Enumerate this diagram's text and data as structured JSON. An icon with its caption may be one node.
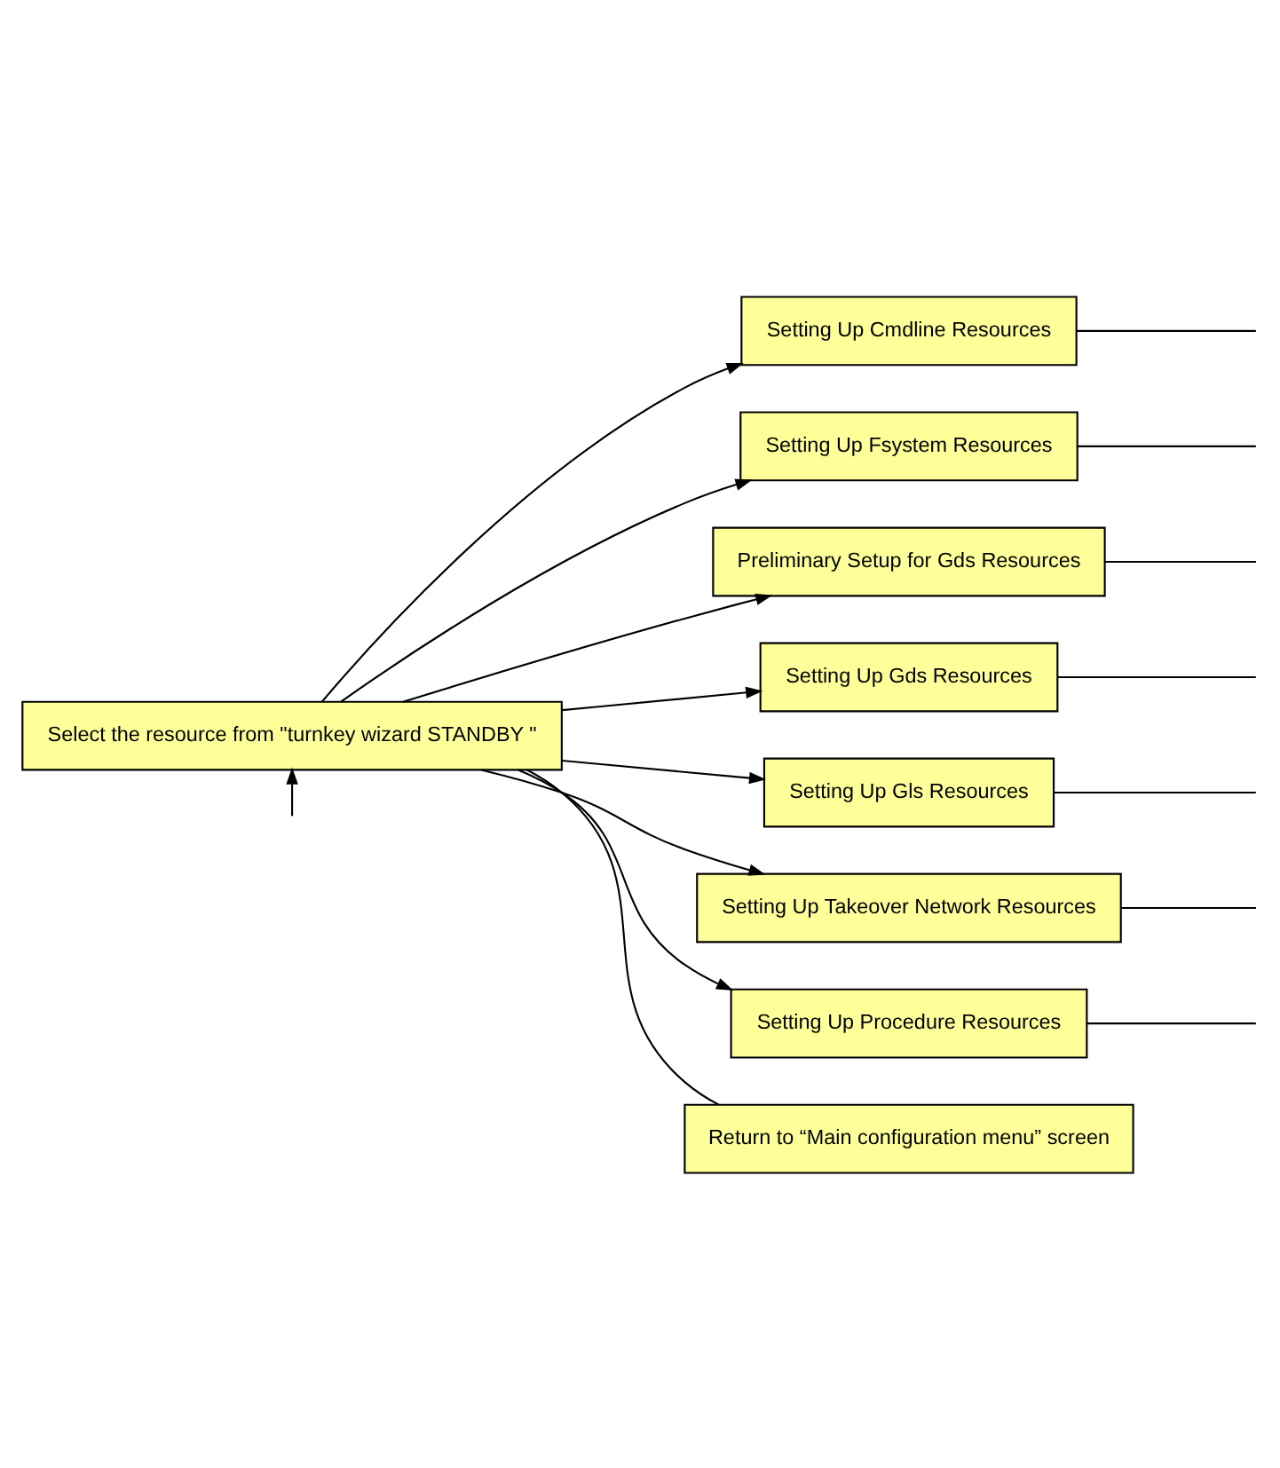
{
  "diagram": {
    "nodes": [
      {
        "text": [
          "Select the resource from \"turnkey wizard STANDBY \""
        ]
      },
      {
        "text": [
          "Setting Up Cmdline Resources"
        ]
      },
      {
        "text": [
          "Setting Up Fsystem Resources"
        ]
      },
      {
        "text": [
          "Preliminary Setup for Gds Resources"
        ]
      },
      {
        "text": [
          "Setting Up Gds Resources"
        ]
      },
      {
        "text": [
          "Setting Up Gls Resources"
        ]
      },
      {
        "text": [
          "Setting Up Takeover Network Resources"
        ]
      },
      {
        "text": [
          "Setting Up Procedure Resources"
        ]
      },
      {
        "text": [
          "Return to “Main configuration menu” screen"
        ]
      }
    ],
    "edges": [
      {
        "from": null,
        "to": 0,
        "arrow": "to"
      },
      {
        "from": 0,
        "to": 1,
        "arrow": "to"
      },
      {
        "from": 0,
        "to": 2,
        "arrow": "to"
      },
      {
        "from": 0,
        "to": 3,
        "arrow": "to"
      },
      {
        "from": 0,
        "to": 4,
        "arrow": "to"
      },
      {
        "from": 0,
        "to": 5,
        "arrow": "to"
      },
      {
        "from": 0,
        "to": 6,
        "arrow": "to"
      },
      {
        "from": 0,
        "to": 7,
        "arrow": "to"
      },
      {
        "from": 0,
        "to": 8,
        "arrow": "none"
      },
      {
        "from": 1,
        "to": null,
        "arrow": "none"
      },
      {
        "from": 2,
        "to": null,
        "arrow": "none"
      },
      {
        "from": 3,
        "to": null,
        "arrow": "none"
      },
      {
        "from": 4,
        "to": null,
        "arrow": "none"
      },
      {
        "from": 5,
        "to": null,
        "arrow": "none"
      },
      {
        "from": 6,
        "to": null,
        "arrow": "none"
      },
      {
        "from": 7,
        "to": null,
        "arrow": "none"
      }
    ]
  }
}
